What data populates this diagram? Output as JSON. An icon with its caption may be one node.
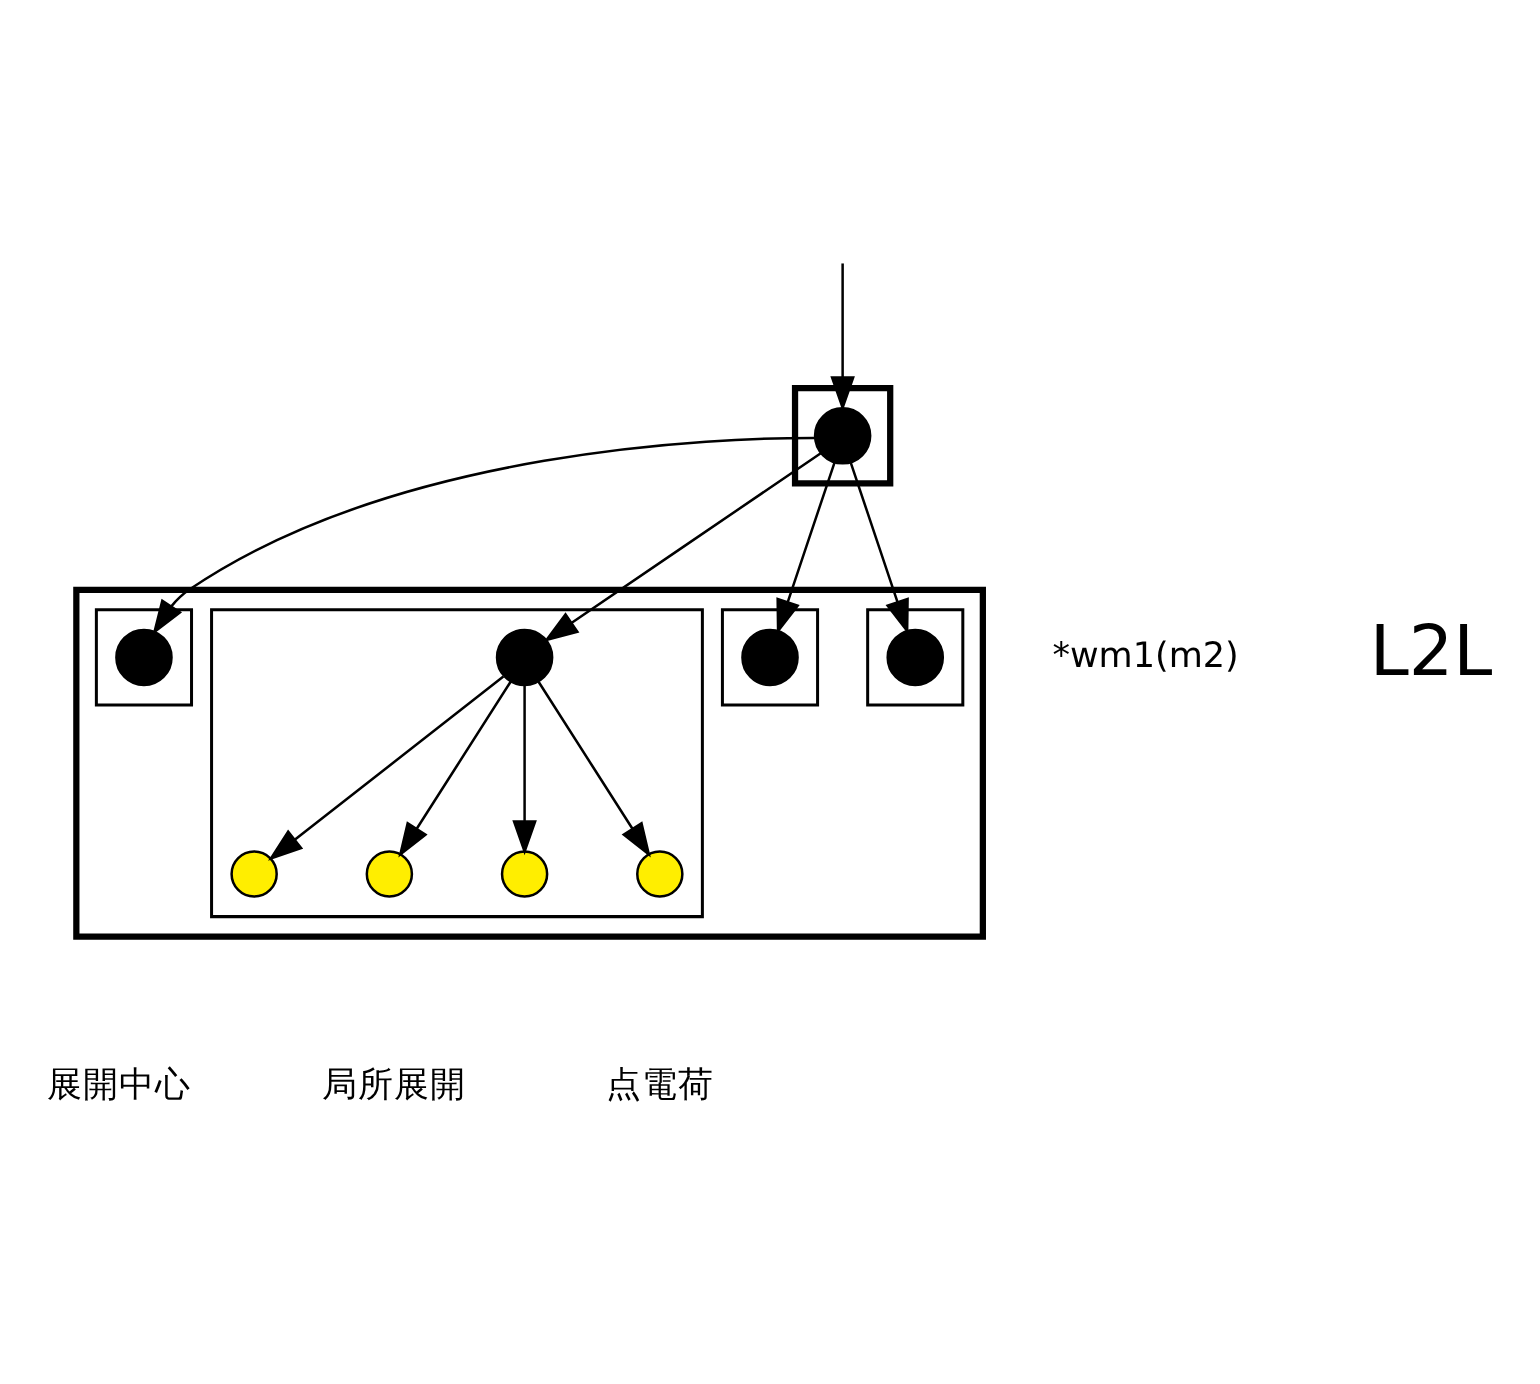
{
  "diagram": {
    "nodes": [
      {
        "text": [],
        "shape": "parallelogram"
      },
      {
        "text": [],
        "shape": "circle",
        "in": 0
      },
      {
        "text": [],
        "shape": "parallelogram"
      },
      {
        "text": [],
        "shape": "box",
        "in": 2
      },
      {
        "text": [],
        "shape": "box",
        "in": 2
      },
      {
        "text": [],
        "shape": "box",
        "in": 2
      },
      {
        "text": [],
        "shape": "box",
        "in": 2
      },
      {
        "text": [],
        "shape": "circle",
        "in": 3
      },
      {
        "text": [],
        "shape": "circle",
        "in": 4
      },
      {
        "text": [],
        "shape": "circle",
        "in": 5
      },
      {
        "text": [],
        "shape": "circle",
        "in": 6
      },
      {
        "text": [],
        "shape": "circle",
        "in": 5
      },
      {
        "text": [],
        "shape": "circle",
        "in": 5
      },
      {
        "text": [],
        "shape": "circle",
        "in": 5
      },
      {
        "text": [],
        "shape": "circle",
        "in": 5
      }
    ],
    "edges": [
      {
        "from": null,
        "to": 1,
        "arrow": "to"
      },
      {
        "from": 1,
        "to": 9,
        "arrow": "to"
      },
      {
        "from": 1,
        "to": 7,
        "arrow": "to"
      },
      {
        "from": 1,
        "to": 10,
        "arrow": "to"
      },
      {
        "from": 1,
        "to": 8,
        "arrow": "to"
      },
      {
        "from": 9,
        "to": 11,
        "arrow": "to"
      },
      {
        "from": 9,
        "to": 12,
        "arrow": "to"
      },
      {
        "from": 9,
        "to": 13,
        "arrow": "to"
      },
      {
        "from": 9,
        "to": 14,
        "arrow": "to"
      }
    ],
    "labels": [
      "*wm1(m2)",
      "L2L",
      "展開中心",
      "点電荷",
      "局所展開"
    ]
  }
}
